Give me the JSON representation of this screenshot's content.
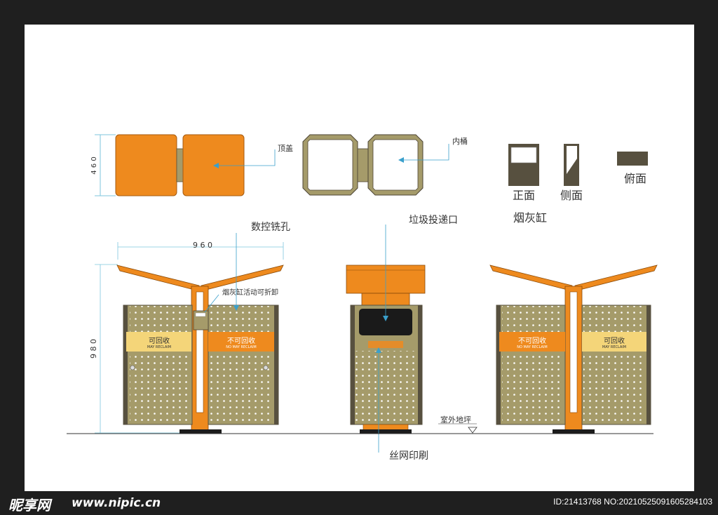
{
  "top_view": {
    "dimension": "4 6 0",
    "lid_label": "顶盖",
    "inner_bin_label": "内桶"
  },
  "ashtray": {
    "front_label": "正面",
    "side_label": "侧面",
    "top_label": "俯面",
    "title": "烟灰缸"
  },
  "front_view": {
    "width_dim": "9 6 0",
    "height_dim": "9 8 0",
    "cnc_hole_label": "数控铣孔",
    "ashtray_note": "烟灰缸活动可折卸",
    "recyclable": "可回收",
    "recyclable_en": "MAY RECLAIM",
    "non_recyclable": "不可回收",
    "non_recyclable_en": "NO MAY RECLAIM"
  },
  "side_view": {
    "opening_label": "垃圾投递口",
    "print_label": "丝网印刷",
    "ground_label": "室外地坪"
  },
  "watermark": {
    "logo": "昵享网",
    "url": "www.nipic.cn",
    "id": "ID:21413768 NO:20210525091605284103"
  },
  "colors": {
    "orange": "#ee8a1e",
    "panel": "#a59b6a",
    "dark": "#57503f",
    "yellow": "#f4d579",
    "dim_line": "#7ec6de",
    "leader": "#3aa0cc"
  }
}
